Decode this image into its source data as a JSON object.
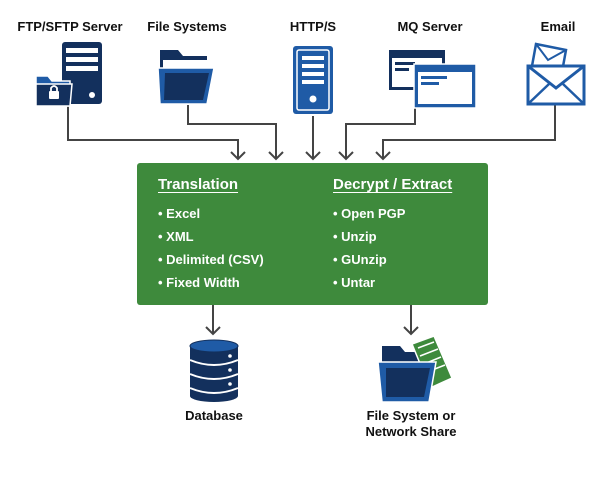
{
  "sources": [
    {
      "label": "FTP/SFTP Server",
      "icon": "ftp-server-lock-icon"
    },
    {
      "label": "File Systems",
      "icon": "folder-icon"
    },
    {
      "label": "HTTP/S",
      "icon": "web-server-icon"
    },
    {
      "label": "MQ Server",
      "icon": "mq-windows-icon"
    },
    {
      "label": "Email",
      "icon": "email-envelope-icon"
    }
  ],
  "processor": {
    "translation": {
      "heading": "Translation",
      "items": [
        "Excel",
        "XML",
        "Delimited (CSV)",
        "Fixed Width"
      ]
    },
    "decrypt": {
      "heading": "Decrypt / Extract",
      "items": [
        "Open PGP",
        "Unzip",
        "GUnzip",
        "Untar"
      ]
    }
  },
  "destinations": [
    {
      "label_line1": "Database",
      "label_line2": "",
      "icon": "database-icon"
    },
    {
      "label_line1": "File System or",
      "label_line2": "Network Share",
      "icon": "folder-with-document-icon"
    }
  ],
  "colors": {
    "green": "#3e8a3c",
    "navy": "#13305d",
    "blue": "#1f5ba6",
    "arrow": "#444444"
  }
}
